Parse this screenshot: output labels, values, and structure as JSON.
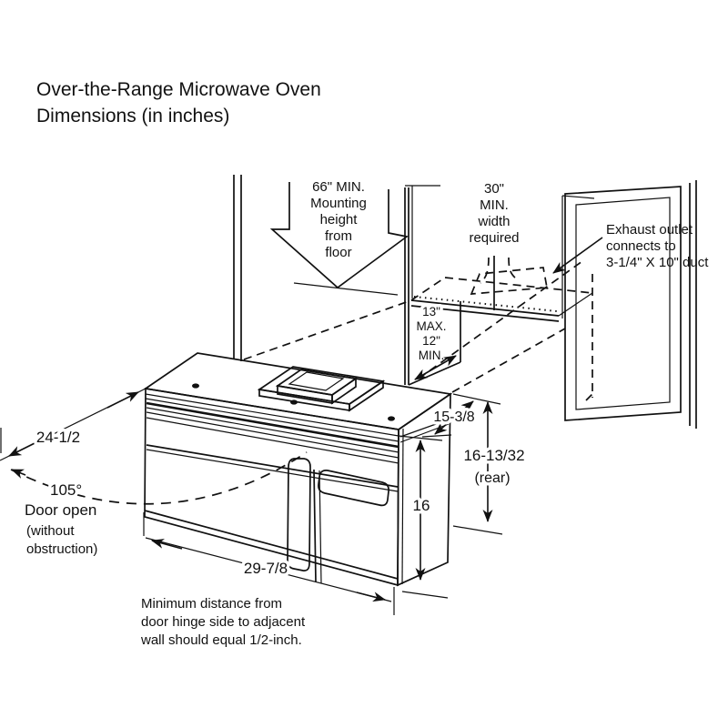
{
  "title": {
    "line1": "Over-the-Range Microwave Oven",
    "line2": "Dimensions (in inches)"
  },
  "labels": {
    "mounting_height": {
      "lines": [
        "66\" MIN.",
        "Mounting",
        "height",
        "from",
        "floor"
      ]
    },
    "min_width": {
      "lines": [
        "30\"",
        "MIN.",
        "width",
        "required"
      ]
    },
    "exhaust": {
      "lines": [
        "Exhaust outlet",
        "connects to",
        "3-1/4\" X 10\" duct"
      ]
    },
    "cabinet_depth": {
      "lines": [
        "13\"",
        "MAX.",
        "12\"",
        "MIN."
      ]
    },
    "door_open": {
      "angle": "105°",
      "lines": [
        "Door open",
        "(without",
        "obstruction)"
      ]
    },
    "hinge_note": {
      "lines": [
        "Minimum distance from",
        "door hinge side to adjacent",
        "wall should equal 1/2-inch."
      ]
    }
  },
  "dimensions": {
    "depth_diagonal": "24-1/2",
    "width_front": "29-7/8",
    "height_front": "16",
    "height_rear": "16-13/32",
    "height_rear_note": "(rear)",
    "top_depth": "15-3/8"
  },
  "colors": {
    "line": "#111111",
    "background": "#ffffff"
  }
}
